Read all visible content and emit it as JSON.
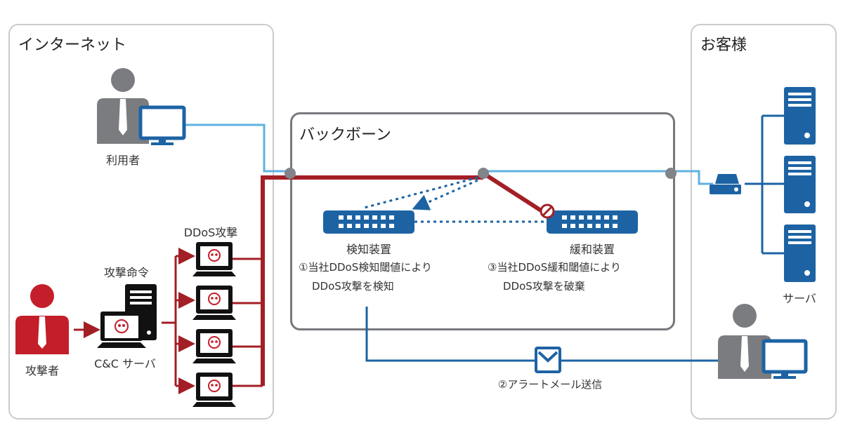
{
  "zones": {
    "internet": "インターネット",
    "backbone": "バックボーン",
    "customer": "お客様"
  },
  "nodes": {
    "user": "利用者",
    "attacker": "攻撃者",
    "cc_server": "C&C サーバ",
    "attack_command": "攻撃命令",
    "ddos_attack": "DDoS攻撃",
    "detector": "検知装置",
    "mitigator": "緩和装置",
    "servers": "サーバ"
  },
  "steps": {
    "step1_line1": "①当社DDoS検知閾値により",
    "step1_line2": "DDoS攻撃を検知",
    "step2": "②アラートメール送信",
    "step3_line1": "③当社DDoS緩和閾値により",
    "step3_line2": "DDoS攻撃を破棄"
  },
  "colors": {
    "attack": "#a31f26",
    "normal_traffic": "#5fb1e0",
    "device_blue": "#1d63a4",
    "person_gray": "#7a7c7f",
    "frame_gray": "#c9cbcd"
  }
}
